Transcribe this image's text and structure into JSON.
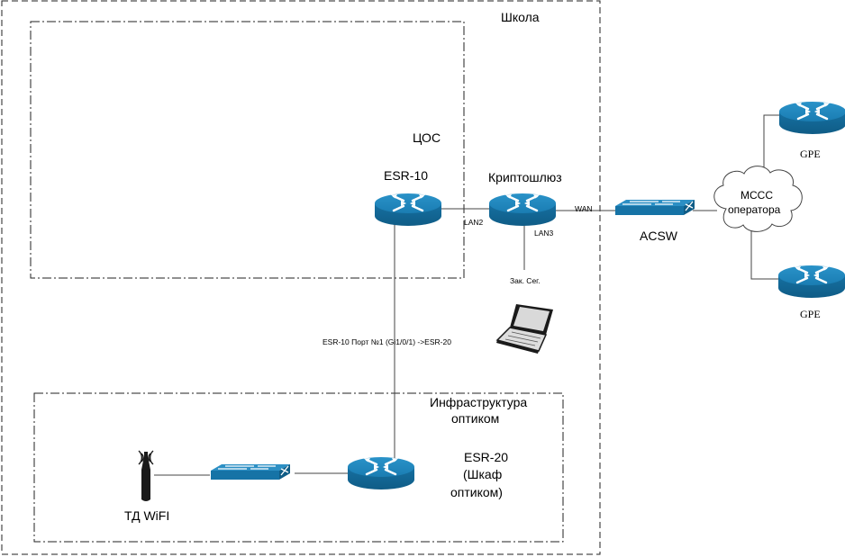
{
  "zones": {
    "school": "Школа",
    "cos": "ЦОС",
    "infra_line1": "Инфраструктура",
    "infra_line2": "оптиком"
  },
  "devices": {
    "esr10": "ESR-10",
    "crypto": "Криптошлюз",
    "acsw": "ACSW",
    "gpe_top": "GPE",
    "gpe_bottom": "GPE",
    "cloud_line1": "МССС",
    "cloud_line2": "оператора",
    "esr20_line1": "ESR-20",
    "esr20_line2": "(Шкаф",
    "esr20_line3": "оптиком)",
    "wifi_ap": "ТД WiFI",
    "closed_segment": "Зак. Сег."
  },
  "links": {
    "lan2": "LAN2",
    "lan3": "LAN3",
    "wan": "WAN",
    "esr10_esr20": "ESR-10 Порт №1 (Gi1/0/1) ->ESR-20"
  },
  "colors": {
    "device_blue": "#1b7fb5",
    "device_dark": "#12648f",
    "line": "#444444"
  },
  "icons": {
    "router": "router-icon",
    "switch": "switch-icon",
    "cloud": "cloud-icon",
    "laptop": "laptop-icon",
    "antenna": "antenna-icon"
  }
}
